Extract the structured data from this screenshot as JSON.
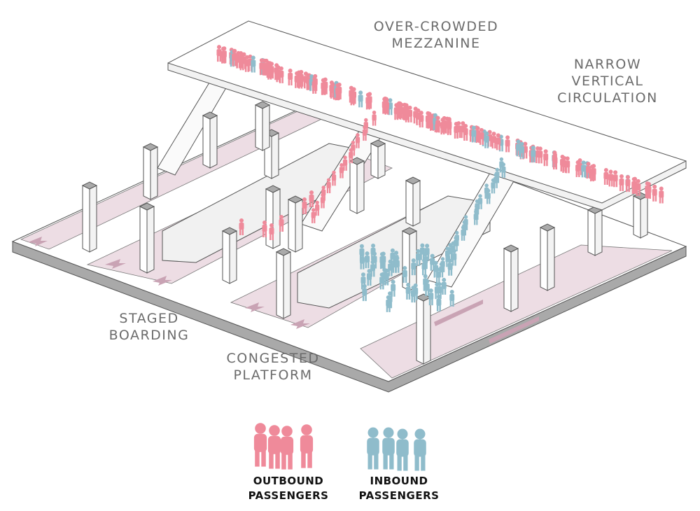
{
  "labels": {
    "mezzanine": [
      "OVER-CROWDED",
      "MEZZANINE"
    ],
    "vertical": [
      "NARROW",
      "VERTICAL",
      "CIRCULATION"
    ],
    "staged": [
      "STAGED",
      "BOARDING"
    ],
    "platform": [
      "CONGESTED",
      "PLATFORM"
    ]
  },
  "legend": {
    "outbound": [
      "OUTBOUND",
      "PASSENGERS"
    ],
    "inbound": [
      "INBOUND",
      "PASSENGERS"
    ]
  },
  "colors": {
    "outbound": "#ef8a9a",
    "inbound": "#8fbccb",
    "track": "#eddde4",
    "slab": "#a9a9a9",
    "line": "#555555"
  }
}
